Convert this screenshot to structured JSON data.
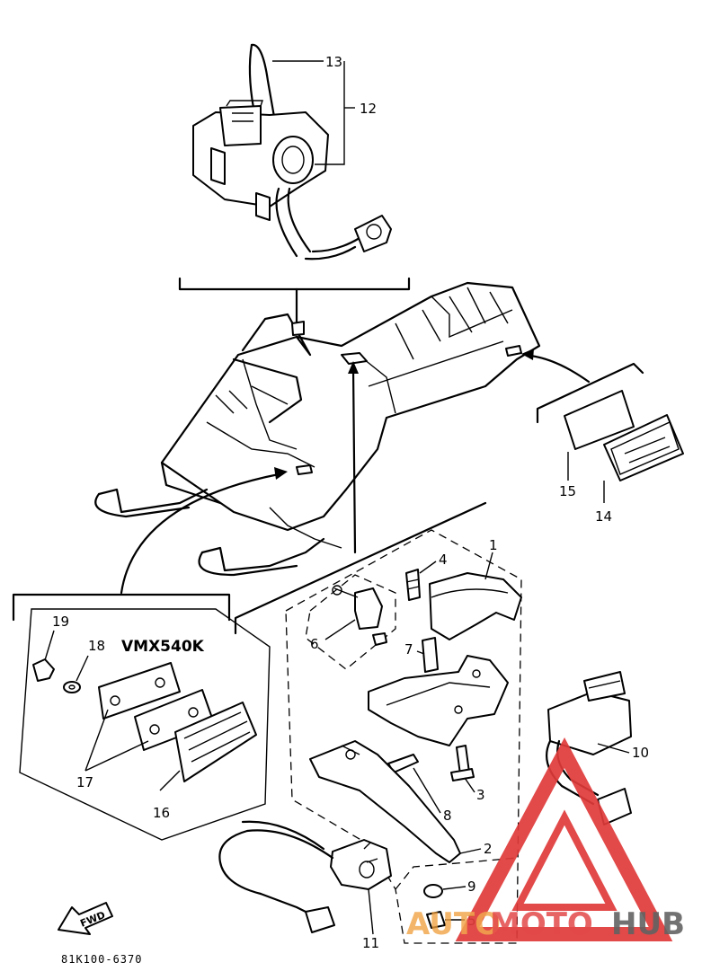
{
  "model_label": "VMX540K",
  "diagram_code": "81K100-6370",
  "fwd_label": "FWD",
  "watermark": {
    "part1": "AUTO",
    "part2": "MOTO",
    "part3": "HUB",
    "color_red": "#e03a3a",
    "color_orange": "#f0a040",
    "color_gray": "#555555"
  },
  "callouts": [
    "1",
    "2",
    "3",
    "4",
    "5",
    "6",
    "7",
    "8",
    "9",
    "10",
    "11",
    "12",
    "13",
    "14",
    "15",
    "16",
    "17",
    "18",
    "19"
  ]
}
